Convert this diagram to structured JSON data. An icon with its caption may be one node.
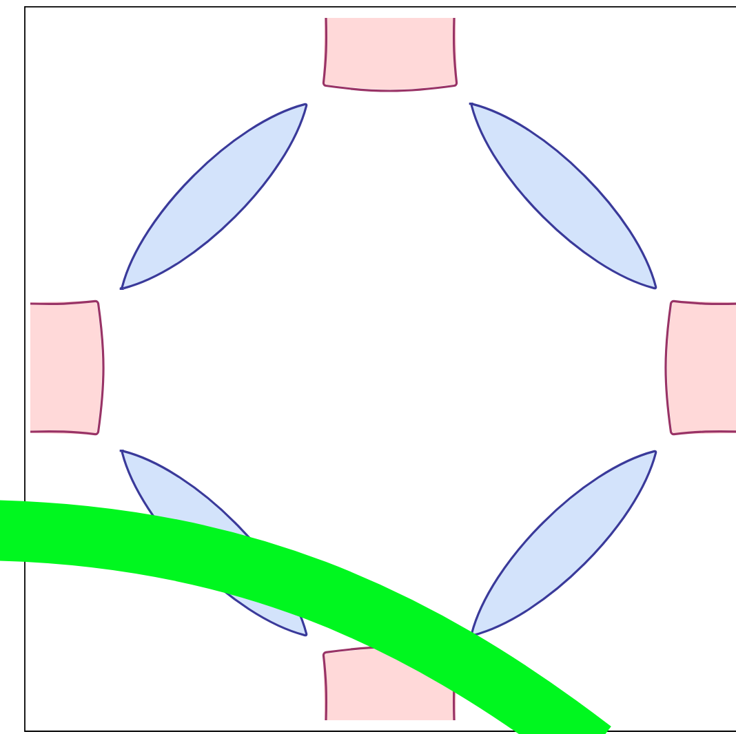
{
  "diagram": {
    "nodes": [
      {
        "text": [],
        "shape": "box"
      },
      {
        "text": [],
        "shape": "ellipse"
      },
      {
        "text": [],
        "shape": "ellipse"
      },
      {
        "text": [],
        "shape": "box"
      },
      {
        "text": [],
        "shape": "box"
      },
      {
        "text": [],
        "shape": "ellipse"
      },
      {
        "text": [],
        "shape": "ellipse"
      },
      {
        "text": [],
        "shape": "box"
      }
    ]
  }
}
